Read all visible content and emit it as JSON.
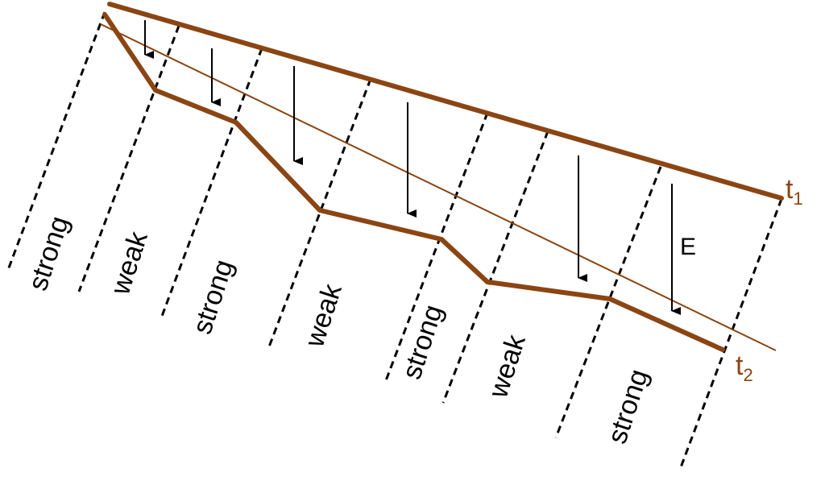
{
  "diagram": {
    "zones": [
      {
        "label": "strong"
      },
      {
        "label": "weak"
      },
      {
        "label": "strong"
      },
      {
        "label": "weak"
      },
      {
        "label": "strong"
      },
      {
        "label": "weak"
      },
      {
        "label": "strong"
      }
    ],
    "field_label": "E",
    "line_t1": {
      "letter": "t",
      "subscript": "1"
    },
    "line_t2": {
      "letter": "t",
      "subscript": "2"
    },
    "colors": {
      "line": "#8B4513",
      "label": "#8B4513",
      "boundary": "#000000",
      "arrow": "#000000"
    }
  }
}
